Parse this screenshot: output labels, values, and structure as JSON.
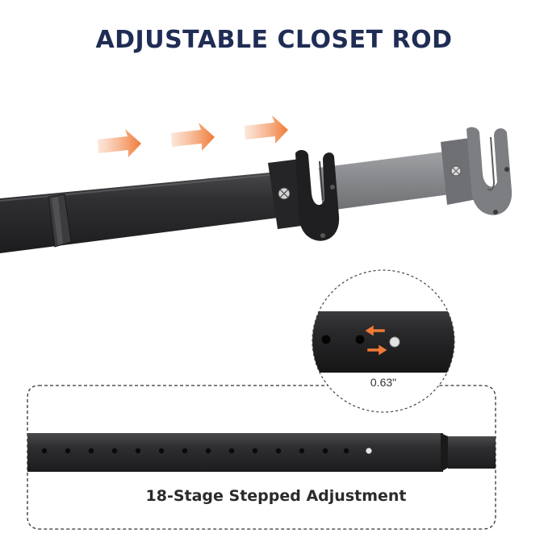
{
  "header": {
    "title": "ADJUSTABLE CLOSET ROD"
  },
  "detail": {
    "hole_spacing_label": "0.63\""
  },
  "footer": {
    "caption": "18-Stage Stepped Adjustment"
  },
  "colors": {
    "title": "#1f2d55",
    "arrow_orange": "#f07a36",
    "rod_dark": "#2b2b2d",
    "rod_grey": "#8a8b8e",
    "bracket_grey": "#77787b"
  },
  "icons": [
    "right-arrow-icon",
    "left-arrow-icon",
    "screw-icon"
  ]
}
